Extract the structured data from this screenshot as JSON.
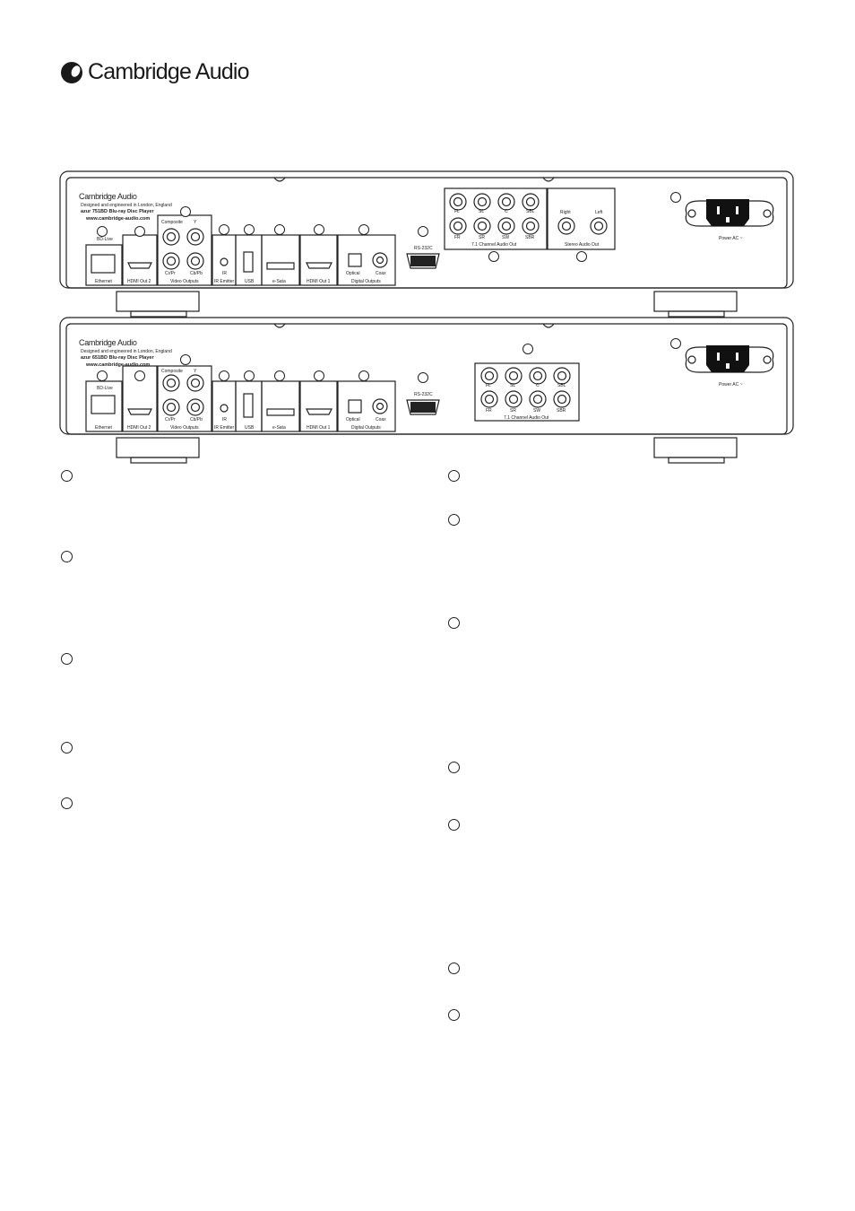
{
  "logo": {
    "text": "Cambridge Audio"
  },
  "panel_top": {
    "brand": "Cambridge Audio",
    "tagline": "Designed and engineered in London, England",
    "model": "azur 751BD Blu-ray Disc Player",
    "url": "www.cambridge-audio.com",
    "labels": {
      "ethernet": "Ethernet",
      "bd_live": "BD-Live",
      "hdmi2": "HDMI Out 2",
      "composite": "Composite",
      "y": "Y",
      "cr_pr": "Cr/Pr",
      "cb_pb": "Cb/Pb",
      "video": "Video Outputs",
      "ir": "IR",
      "ir_emitter": "IR Emitter",
      "usb": "USB",
      "esata": "e-Sata",
      "hdmi1": "HDMI Out 1",
      "optical": "Optical",
      "coax": "Coax",
      "digital": "Digital Outputs",
      "rs232": "RS-232C",
      "ch_out": "7.1 Channel Audio Out",
      "fl": "FL",
      "sl": "SL",
      "c": "C",
      "sbl": "SBL",
      "fr": "FR",
      "sr": "SR",
      "sw": "SW",
      "sbr": "SBR",
      "right": "Right",
      "left": "Left",
      "stereo": "Stereo Audio Out",
      "power": "Power AC ~"
    }
  },
  "panel_bottom": {
    "brand": "Cambridge Audio",
    "tagline": "Designed and engineered in London, England",
    "model": "azur 651BD Blu-ray Disc Player",
    "url": "www.cambridge-audio.com",
    "labels": {
      "ethernet": "Ethernet",
      "bd_live": "BD-Live",
      "hdmi2": "HDMI Out 2",
      "composite": "Composite",
      "y": "Y",
      "cr_pr": "Cr/Pr",
      "cb_pb": "Cb/Pb",
      "video": "Video Outputs",
      "ir": "IR",
      "ir_emitter": "IR Emitter",
      "usb": "USB",
      "esata": "e-Sata",
      "hdmi1": "HDMI Out 1",
      "optical": "Optical",
      "coax": "Coax",
      "digital": "Digital Outputs",
      "rs232": "RS-232C",
      "ch_out": "7.1 Channel Audio Out",
      "fl": "FL",
      "sl": "SL",
      "c": "C",
      "sbl": "SBL",
      "fr": "FR",
      "sr": "SR",
      "sw": "SW",
      "sbr": "SBR",
      "power": "Power AC ~"
    }
  }
}
